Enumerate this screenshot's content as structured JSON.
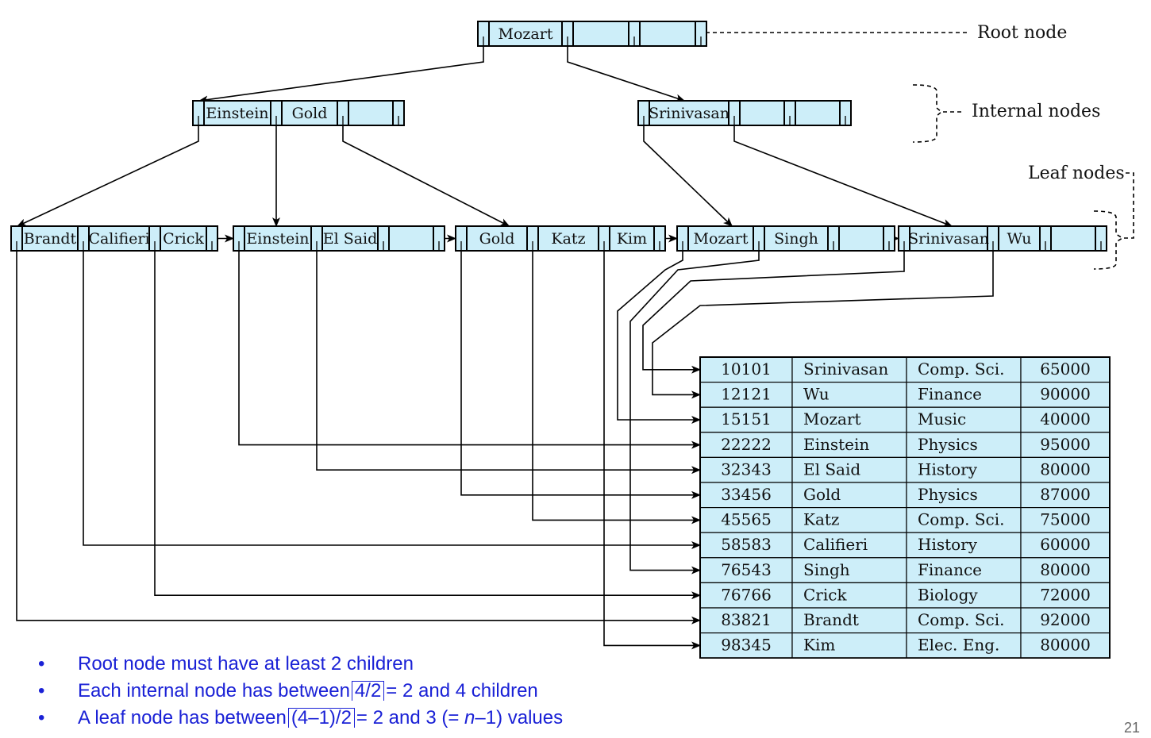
{
  "tree": {
    "root": {
      "keys": [
        "Mozart",
        "",
        ""
      ]
    },
    "internal": [
      {
        "id": "internal-left",
        "keys": [
          "Einstein",
          "Gold",
          ""
        ]
      },
      {
        "id": "internal-right",
        "keys": [
          "Srinivasan",
          "",
          ""
        ]
      }
    ],
    "leaves": [
      {
        "id": "leaf-1",
        "keys": [
          "Brandt",
          "Califieri",
          "Crick"
        ]
      },
      {
        "id": "leaf-2",
        "keys": [
          "Einstein",
          "El Said",
          ""
        ]
      },
      {
        "id": "leaf-3",
        "keys": [
          "Gold",
          "Katz",
          "Kim"
        ]
      },
      {
        "id": "leaf-4",
        "keys": [
          "Mozart",
          "Singh",
          ""
        ]
      },
      {
        "id": "leaf-5",
        "keys": [
          "Srinivasan",
          "Wu",
          ""
        ]
      }
    ],
    "tree_edges": [
      {
        "from": "root",
        "to": "internal-left"
      },
      {
        "from": "root",
        "to": "internal-right"
      },
      {
        "from": "internal-left",
        "to": "leaf-1"
      },
      {
        "from": "internal-left",
        "to": "leaf-2"
      },
      {
        "from": "internal-left",
        "to": "leaf-3"
      },
      {
        "from": "internal-right",
        "to": "leaf-4"
      },
      {
        "from": "internal-right",
        "to": "leaf-5"
      }
    ],
    "record_pointers": [
      {
        "leaf": "leaf-1",
        "key": "Brandt",
        "row": "83821"
      },
      {
        "leaf": "leaf-1",
        "key": "Califieri",
        "row": "58583"
      },
      {
        "leaf": "leaf-1",
        "key": "Crick",
        "row": "76766"
      },
      {
        "leaf": "leaf-2",
        "key": "Einstein",
        "row": "22222"
      },
      {
        "leaf": "leaf-2",
        "key": "El Said",
        "row": "32343"
      },
      {
        "leaf": "leaf-3",
        "key": "Gold",
        "row": "33456"
      },
      {
        "leaf": "leaf-3",
        "key": "Katz",
        "row": "45565"
      },
      {
        "leaf": "leaf-3",
        "key": "Kim",
        "row": "98345"
      },
      {
        "leaf": "leaf-4",
        "key": "Mozart",
        "row": "15151"
      },
      {
        "leaf": "leaf-4",
        "key": "Singh",
        "row": "76543"
      },
      {
        "leaf": "leaf-5",
        "key": "Srinivasan",
        "row": "10101"
      },
      {
        "leaf": "leaf-5",
        "key": "Wu",
        "row": "12121"
      }
    ]
  },
  "labels": {
    "root": "Root node",
    "internal": "Internal nodes",
    "leaf": "Leaf nodes"
  },
  "records": [
    [
      "10101",
      "Srinivasan",
      "Comp. Sci.",
      "65000"
    ],
    [
      "12121",
      "Wu",
      "Finance",
      "90000"
    ],
    [
      "15151",
      "Mozart",
      "Music",
      "40000"
    ],
    [
      "22222",
      "Einstein",
      "Physics",
      "95000"
    ],
    [
      "32343",
      "El Said",
      "History",
      "80000"
    ],
    [
      "33456",
      "Gold",
      "Physics",
      "87000"
    ],
    [
      "45565",
      "Katz",
      "Comp. Sci.",
      "75000"
    ],
    [
      "58583",
      "Califieri",
      "History",
      "60000"
    ],
    [
      "76543",
      "Singh",
      "Finance",
      "80000"
    ],
    [
      "76766",
      "Crick",
      "Biology",
      "72000"
    ],
    [
      "83821",
      "Brandt",
      "Comp. Sci.",
      "92000"
    ],
    [
      "98345",
      "Kim",
      "Elec. Eng.",
      "80000"
    ]
  ],
  "bullets": [
    {
      "bullet": "•",
      "pre": "Root node must have at least 2 children",
      "ceil": "",
      "post": ""
    },
    {
      "bullet": "•",
      "pre": "Each internal node has between",
      "ceil": "4/2",
      "post": "= 2 and 4 children"
    },
    {
      "bullet": "•",
      "pre": "A leaf node has between",
      "ceil": "(4–1)/2",
      "post": "= 2 and 3 (= n–1) values"
    }
  ],
  "slide_number": "21"
}
